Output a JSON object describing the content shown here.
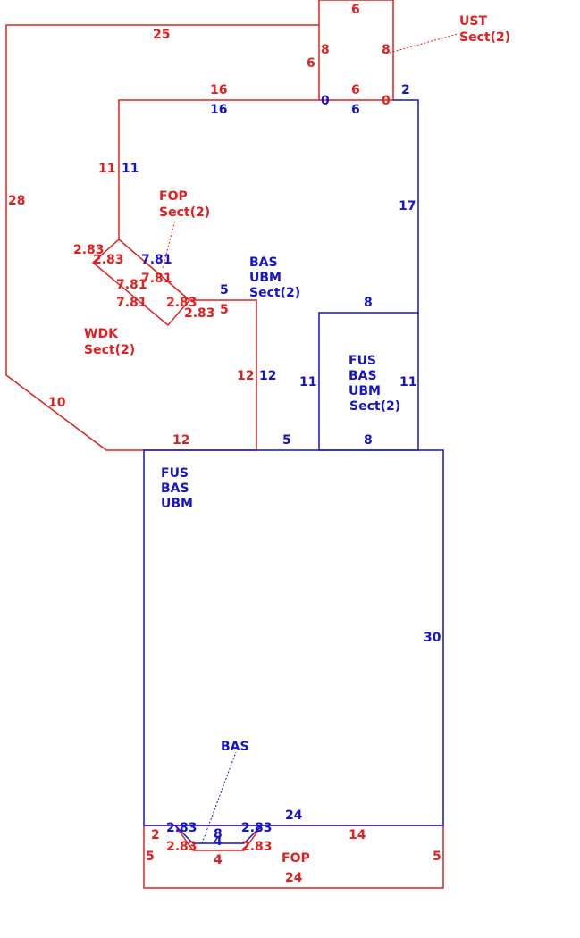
{
  "colors": {
    "red": "#e0201e",
    "blue": "#1414c8"
  },
  "areas": {
    "ust": {
      "line1": "UST",
      "line2": "Sect(2)"
    },
    "fop_upper": {
      "line1": "FOP",
      "line2": "Sect(2)"
    },
    "bas_ubm_sect": {
      "line1": "BAS",
      "line2": "UBM",
      "line3": "Sect(2)"
    },
    "wdk": {
      "line1": "WDK",
      "line2": "Sect(2)"
    },
    "fus_bas_ubm_sect": {
      "line1": "FUS",
      "line2": "BAS",
      "line3": "UBM",
      "line4": "Sect(2)"
    },
    "fus_bas_ubm": {
      "line1": "FUS",
      "line2": "BAS",
      "line3": "UBM"
    },
    "bas": {
      "line1": "BAS"
    },
    "fop_lower": {
      "line1": "FOP"
    }
  },
  "dims": {
    "d6_top": "6",
    "d8_ust_left": "8",
    "d6_ust_outer": "6",
    "d8_ust_right": "8",
    "d25": "25",
    "d16_red": "16",
    "d16_blue": "16",
    "d0_left": "0",
    "d6_red_mid": "6",
    "d0_right": "0",
    "d2": "2",
    "d6_blue_mid": "6",
    "d11_red": "11",
    "d11_blue": "11",
    "d28": "28",
    "d17": "17",
    "d2_83_a": "2.83",
    "d2_83_b": "2.83",
    "d7_81_a": "7.81",
    "d7_81_b": "7.81",
    "d7_81_c": "7.81",
    "d7_81_d": "7.81",
    "d2_83_c": "2.83",
    "d2_83_d": "2.83",
    "d5_blue": "5",
    "d5_red": "5",
    "d8_top_fus": "8",
    "d12_red_v": "12",
    "d12_blue_v": "12",
    "d11_fus_l": "11",
    "d11_fus_r": "11",
    "d10": "10",
    "d12_red_h": "12",
    "d5_bottom": "5",
    "d8_bottom_fus": "8",
    "d30": "30",
    "d24_blue": "24",
    "d2_83_e": "2.83",
    "d8_bay": "8",
    "d4_blue": "4",
    "d2_83_f": "2.83",
    "d2_red": "2",
    "d14": "14",
    "d5_fop_l": "5",
    "d2_83_g": "2.83",
    "d4_red": "4",
    "d2_83_h": "2.83",
    "d5_fop_r": "5",
    "d24_red": "24"
  }
}
